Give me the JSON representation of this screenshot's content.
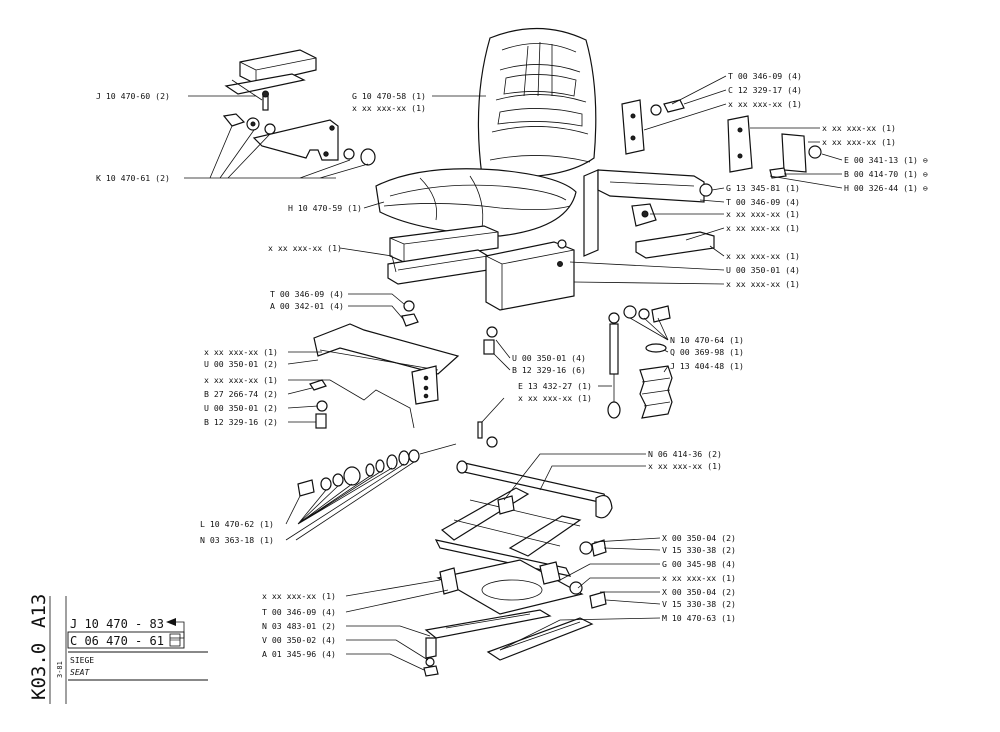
{
  "callouts": [
    {
      "id": "j-10-470-60",
      "text": "J 10 470-60 (2)"
    },
    {
      "id": "k-10-470-61",
      "text": "K 10 470-61 (2)"
    },
    {
      "id": "g-10-470-58",
      "text": "G 10 470-58 (1)"
    },
    {
      "id": "xx-seat-1",
      "text": "x xx xxx-xx (1)"
    },
    {
      "id": "h-10-470-59",
      "text": "H 10 470-59 (1)"
    },
    {
      "id": "xx-rail-1",
      "text": "x xx xxx-xx (1)"
    },
    {
      "id": "t-00-346-09-a",
      "text": "T 00 346-09 (4)"
    },
    {
      "id": "a-00-342-01",
      "text": "A 00 342-01 (4)"
    },
    {
      "id": "xx-bracket-1",
      "text": "x xx xxx-xx (1)"
    },
    {
      "id": "u-00-350-01-a",
      "text": "U 00 350-01 (2)"
    },
    {
      "id": "xx-bracket-2",
      "text": "x xx xxx-xx (1)"
    },
    {
      "id": "b-27-266-74",
      "text": "B 27 266-74 (2)"
    },
    {
      "id": "u-00-350-01-b",
      "text": "U 00 350-01 (2)"
    },
    {
      "id": "b-12-329-16-a",
      "text": "B 12 329-16 (2)"
    },
    {
      "id": "u-00-350-01-c",
      "text": "U 00 350-01 (4)"
    },
    {
      "id": "b-12-329-16-b",
      "text": "B 12 329-16 (6)"
    },
    {
      "id": "e-13-432-27",
      "text": "E 13 432-27 (1)"
    },
    {
      "id": "xx-pin",
      "text": "x xx xxx-xx (1)"
    },
    {
      "id": "l-10-470-62",
      "text": "L 10 470-62 (1)"
    },
    {
      "id": "n-03-363-18",
      "text": "N 03 363-18 (1)"
    },
    {
      "id": "t-00-346-09-b",
      "text": "T 00 346-09 (4)"
    },
    {
      "id": "c-12-329-17",
      "text": "C 12 329-17 (4)"
    },
    {
      "id": "xx-arm-1",
      "text": "x xx xxx-xx (1)"
    },
    {
      "id": "xx-arm-2",
      "text": "x xx xxx-xx (1)"
    },
    {
      "id": "xx-arm-3",
      "text": "x xx xxx-xx (1)"
    },
    {
      "id": "e-00-341-13",
      "text": "E 00 341-13 (1) ⊖"
    },
    {
      "id": "b-00-414-70",
      "text": "B 00 414-70 (1) ⊖"
    },
    {
      "id": "h-00-326-44",
      "text": "H 00 326-44 (1) ⊖"
    },
    {
      "id": "g-13-345-81",
      "text": "G 13 345-81 (1)"
    },
    {
      "id": "t-00-346-09-c",
      "text": "T 00 346-09 (4)"
    },
    {
      "id": "xx-side-1",
      "text": "x xx xxx-xx (1)"
    },
    {
      "id": "xx-side-2",
      "text": "x xx xxx-xx (1)"
    },
    {
      "id": "xx-side-3",
      "text": "x xx xxx-xx (1)"
    },
    {
      "id": "u-00-350-01-d",
      "text": "U 00 350-01 (4)"
    },
    {
      "id": "xx-side-4",
      "text": "x xx xxx-xx (1)"
    },
    {
      "id": "n-10-470-64",
      "text": "N 10 470-64 (1)"
    },
    {
      "id": "q-00-369-98",
      "text": "Q 00 369-98 (1)"
    },
    {
      "id": "j-13-404-48",
      "text": "J 13 404-48 (1)"
    },
    {
      "id": "n-06-414-36",
      "text": "N 06 414-36 (2)"
    },
    {
      "id": "xx-axle",
      "text": "x xx xxx-xx (1)"
    },
    {
      "id": "x-00-350-04-a",
      "text": "X 00 350-04 (2)"
    },
    {
      "id": "v-15-330-38-a",
      "text": "V 15 330-38 (2)"
    },
    {
      "id": "g-00-345-98",
      "text": "G 00 345-98 (4)"
    },
    {
      "id": "xx-base",
      "text": "x xx xxx-xx (1)"
    },
    {
      "id": "x-00-350-04-b",
      "text": "X 00 350-04 (2)"
    },
    {
      "id": "v-15-330-38-b",
      "text": "V 15 330-38 (2)"
    },
    {
      "id": "m-10-470-63",
      "text": "M 10 470-63 (1)"
    },
    {
      "id": "xx-lower",
      "text": "x xx xxx-xx (1)"
    },
    {
      "id": "t-00-346-09-d",
      "text": "T 00 346-09 (4)"
    },
    {
      "id": "n-03-483-01",
      "text": "N 03 483-01 (2)"
    },
    {
      "id": "v-00-350-02",
      "text": "V 00 350-02 (4)"
    },
    {
      "id": "a-01-345-96",
      "text": "A 01 345-96 (4)"
    }
  ],
  "title_block": {
    "page_code_1": "A13",
    "page_code_2": "K03.0",
    "ref_1": "J 10 470 - 83",
    "ref_2": "C 06 470 - 61",
    "date": "3-81",
    "name_fr": "SIEGE",
    "name_en": "SEAT"
  }
}
